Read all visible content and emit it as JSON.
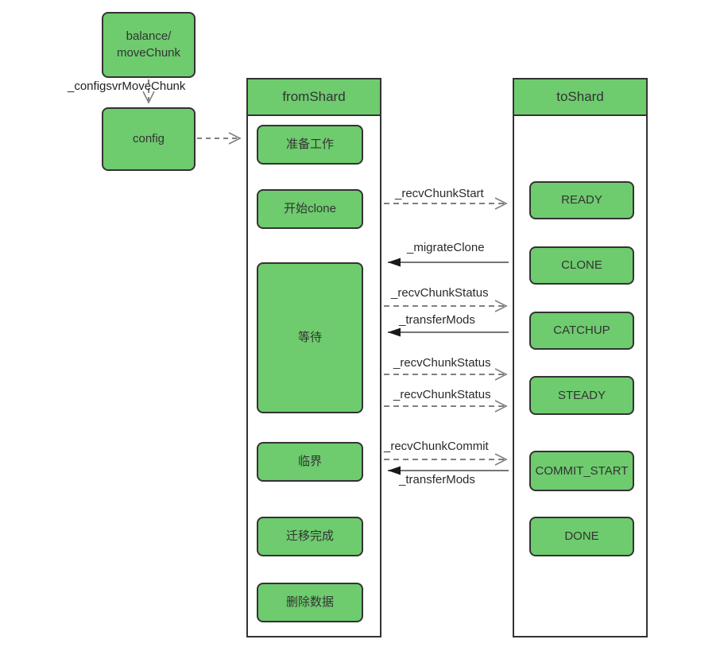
{
  "colors": {
    "node_fill": "#6ECB6E",
    "node_border": "#333333",
    "arrow_dashed": "#808080",
    "arrow_solid_line": "#757575",
    "arrow_solid_head": "#1a1a1a",
    "text": "#333333",
    "background": "#ffffff"
  },
  "balance_node": {
    "line1": "balance/",
    "line2": "moveChunk"
  },
  "config_node": {
    "label": "config"
  },
  "edges": {
    "configsvr_move_chunk": "_configsvrMoveChunk"
  },
  "from_shard": {
    "title": "fromShard",
    "steps": [
      "准备工作",
      "开始clone",
      "等待",
      "临界",
      "迁移完成",
      "删除数据"
    ]
  },
  "to_shard": {
    "title": "toShard",
    "steps": [
      "READY",
      "CLONE",
      "CATCHUP",
      "STEADY",
      "COMMIT_START",
      "DONE"
    ]
  },
  "messages": [
    {
      "label": "_recvChunkStart",
      "direction": "to-shard",
      "style": "dashed"
    },
    {
      "label": "_migrateClone",
      "direction": "to-from-shard",
      "style": "solid"
    },
    {
      "label": "_recvChunkStatus",
      "direction": "to-shard",
      "style": "dashed"
    },
    {
      "label": "_transferMods",
      "direction": "to-from-shard",
      "style": "solid"
    },
    {
      "label": "_recvChunkStatus",
      "direction": "to-shard",
      "style": "dashed"
    },
    {
      "label": "_recvChunkStatus",
      "direction": "to-shard",
      "style": "dashed"
    },
    {
      "label": "_recvChunkCommit",
      "direction": "to-shard",
      "style": "dashed"
    },
    {
      "label": "_transferMods",
      "direction": "to-from-shard",
      "style": "solid"
    }
  ]
}
